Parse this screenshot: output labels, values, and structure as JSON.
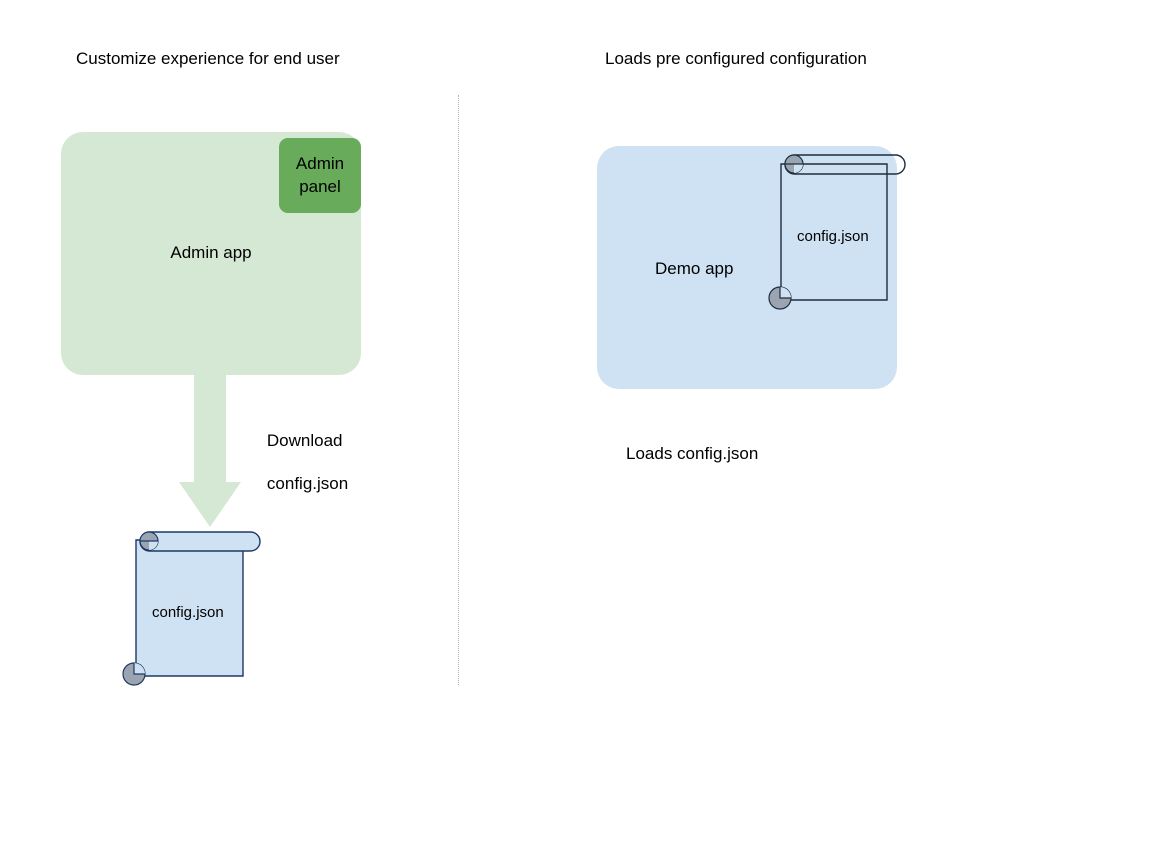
{
  "diagram": {
    "type": "flow-diagram",
    "background_color": "#ffffff",
    "left_column": {
      "title": "Customize experience for end user",
      "app_box": {
        "label": "Admin app",
        "fill_color": "#d5e8d4"
      },
      "panel_box": {
        "label": "Admin\npanel",
        "label_line1": "Admin",
        "label_line2": "panel",
        "fill_color": "#67ab5b"
      },
      "arrow": {
        "label_line1": "Download",
        "label_line2": "config.json",
        "color": "#d5e8d4",
        "direction": "down"
      },
      "document": {
        "label": "config.json",
        "fill_color": "#cfe2f3",
        "stroke_color": "#1f3864",
        "roll_color": "#9aa5b1"
      }
    },
    "right_column": {
      "title": "Loads pre configured configuration",
      "app_box": {
        "label": "Demo app",
        "fill_color": "#cfe2f3"
      },
      "document": {
        "label": "config.json",
        "fill_color": "transparent",
        "stroke_color": "#1f2d3d",
        "roll_color": "#9aa5b1"
      },
      "caption": "Loads config.json"
    },
    "divider": {
      "style": "dotted",
      "color": "#b3b3b3"
    }
  }
}
